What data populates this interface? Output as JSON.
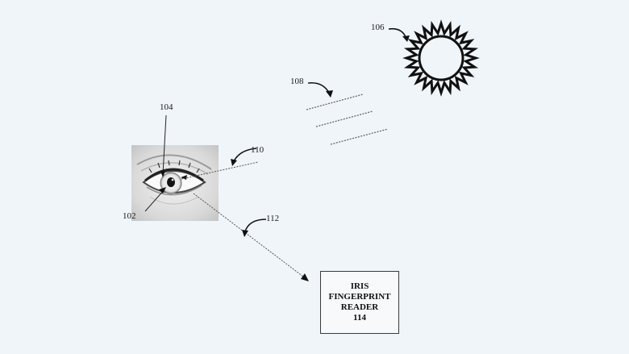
{
  "labels": {
    "eye_pupil": "102",
    "eye_iris": "104",
    "sun": "106",
    "light_rays": "108",
    "reflected_light": "110",
    "iris_image_path": "112"
  },
  "reader": {
    "line1": "IRIS",
    "line2": "FINGERPRINT",
    "line3": "READER",
    "line4": "114"
  }
}
